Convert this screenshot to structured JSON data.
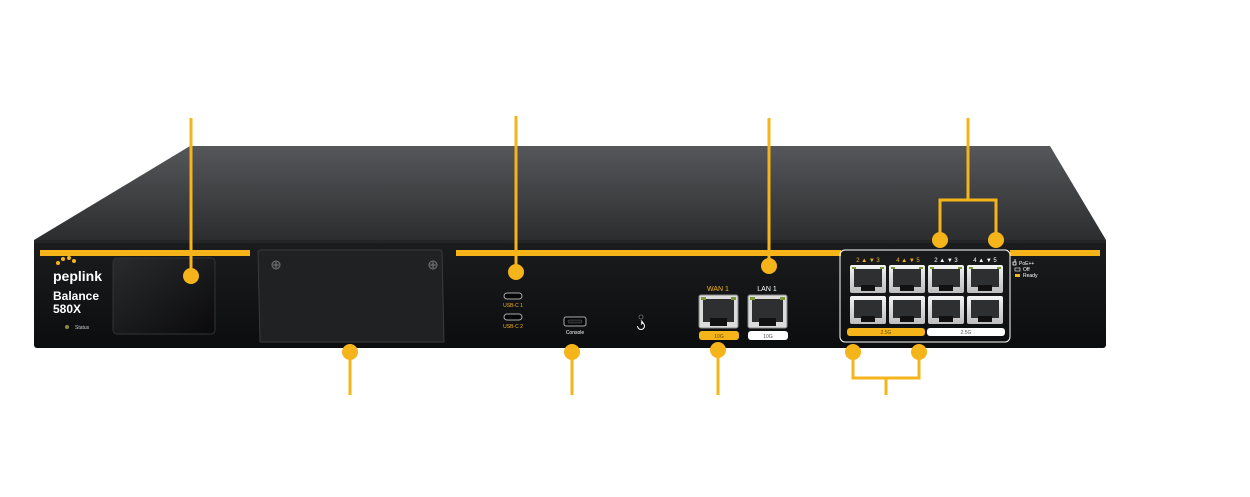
{
  "device": {
    "brand": "peplink",
    "model_line1": "Balance",
    "model_line2": "580X",
    "status_label": "Status"
  },
  "usb": {
    "port1_label": "USB-C 1",
    "port2_label": "USB-C 2"
  },
  "console_label": "Console",
  "wan": {
    "label": "WAN 1",
    "speed": "10G"
  },
  "lan": {
    "label": "LAN 1",
    "speed": "10G"
  },
  "switch": {
    "port_labels": [
      "2 ▲ ▼ 3",
      "4 ▲ ▼ 5",
      "2 ▲ ▼ 3",
      "4 ▲ ▼ 5"
    ],
    "speed_left": "2.5G",
    "speed_right": "2.5G",
    "legend": [
      "PoE++",
      "Off",
      "Ready"
    ]
  },
  "colors": {
    "accent": "#F5B419",
    "chassis_top": "#3a3b3d",
    "front_panel": "#101112"
  }
}
